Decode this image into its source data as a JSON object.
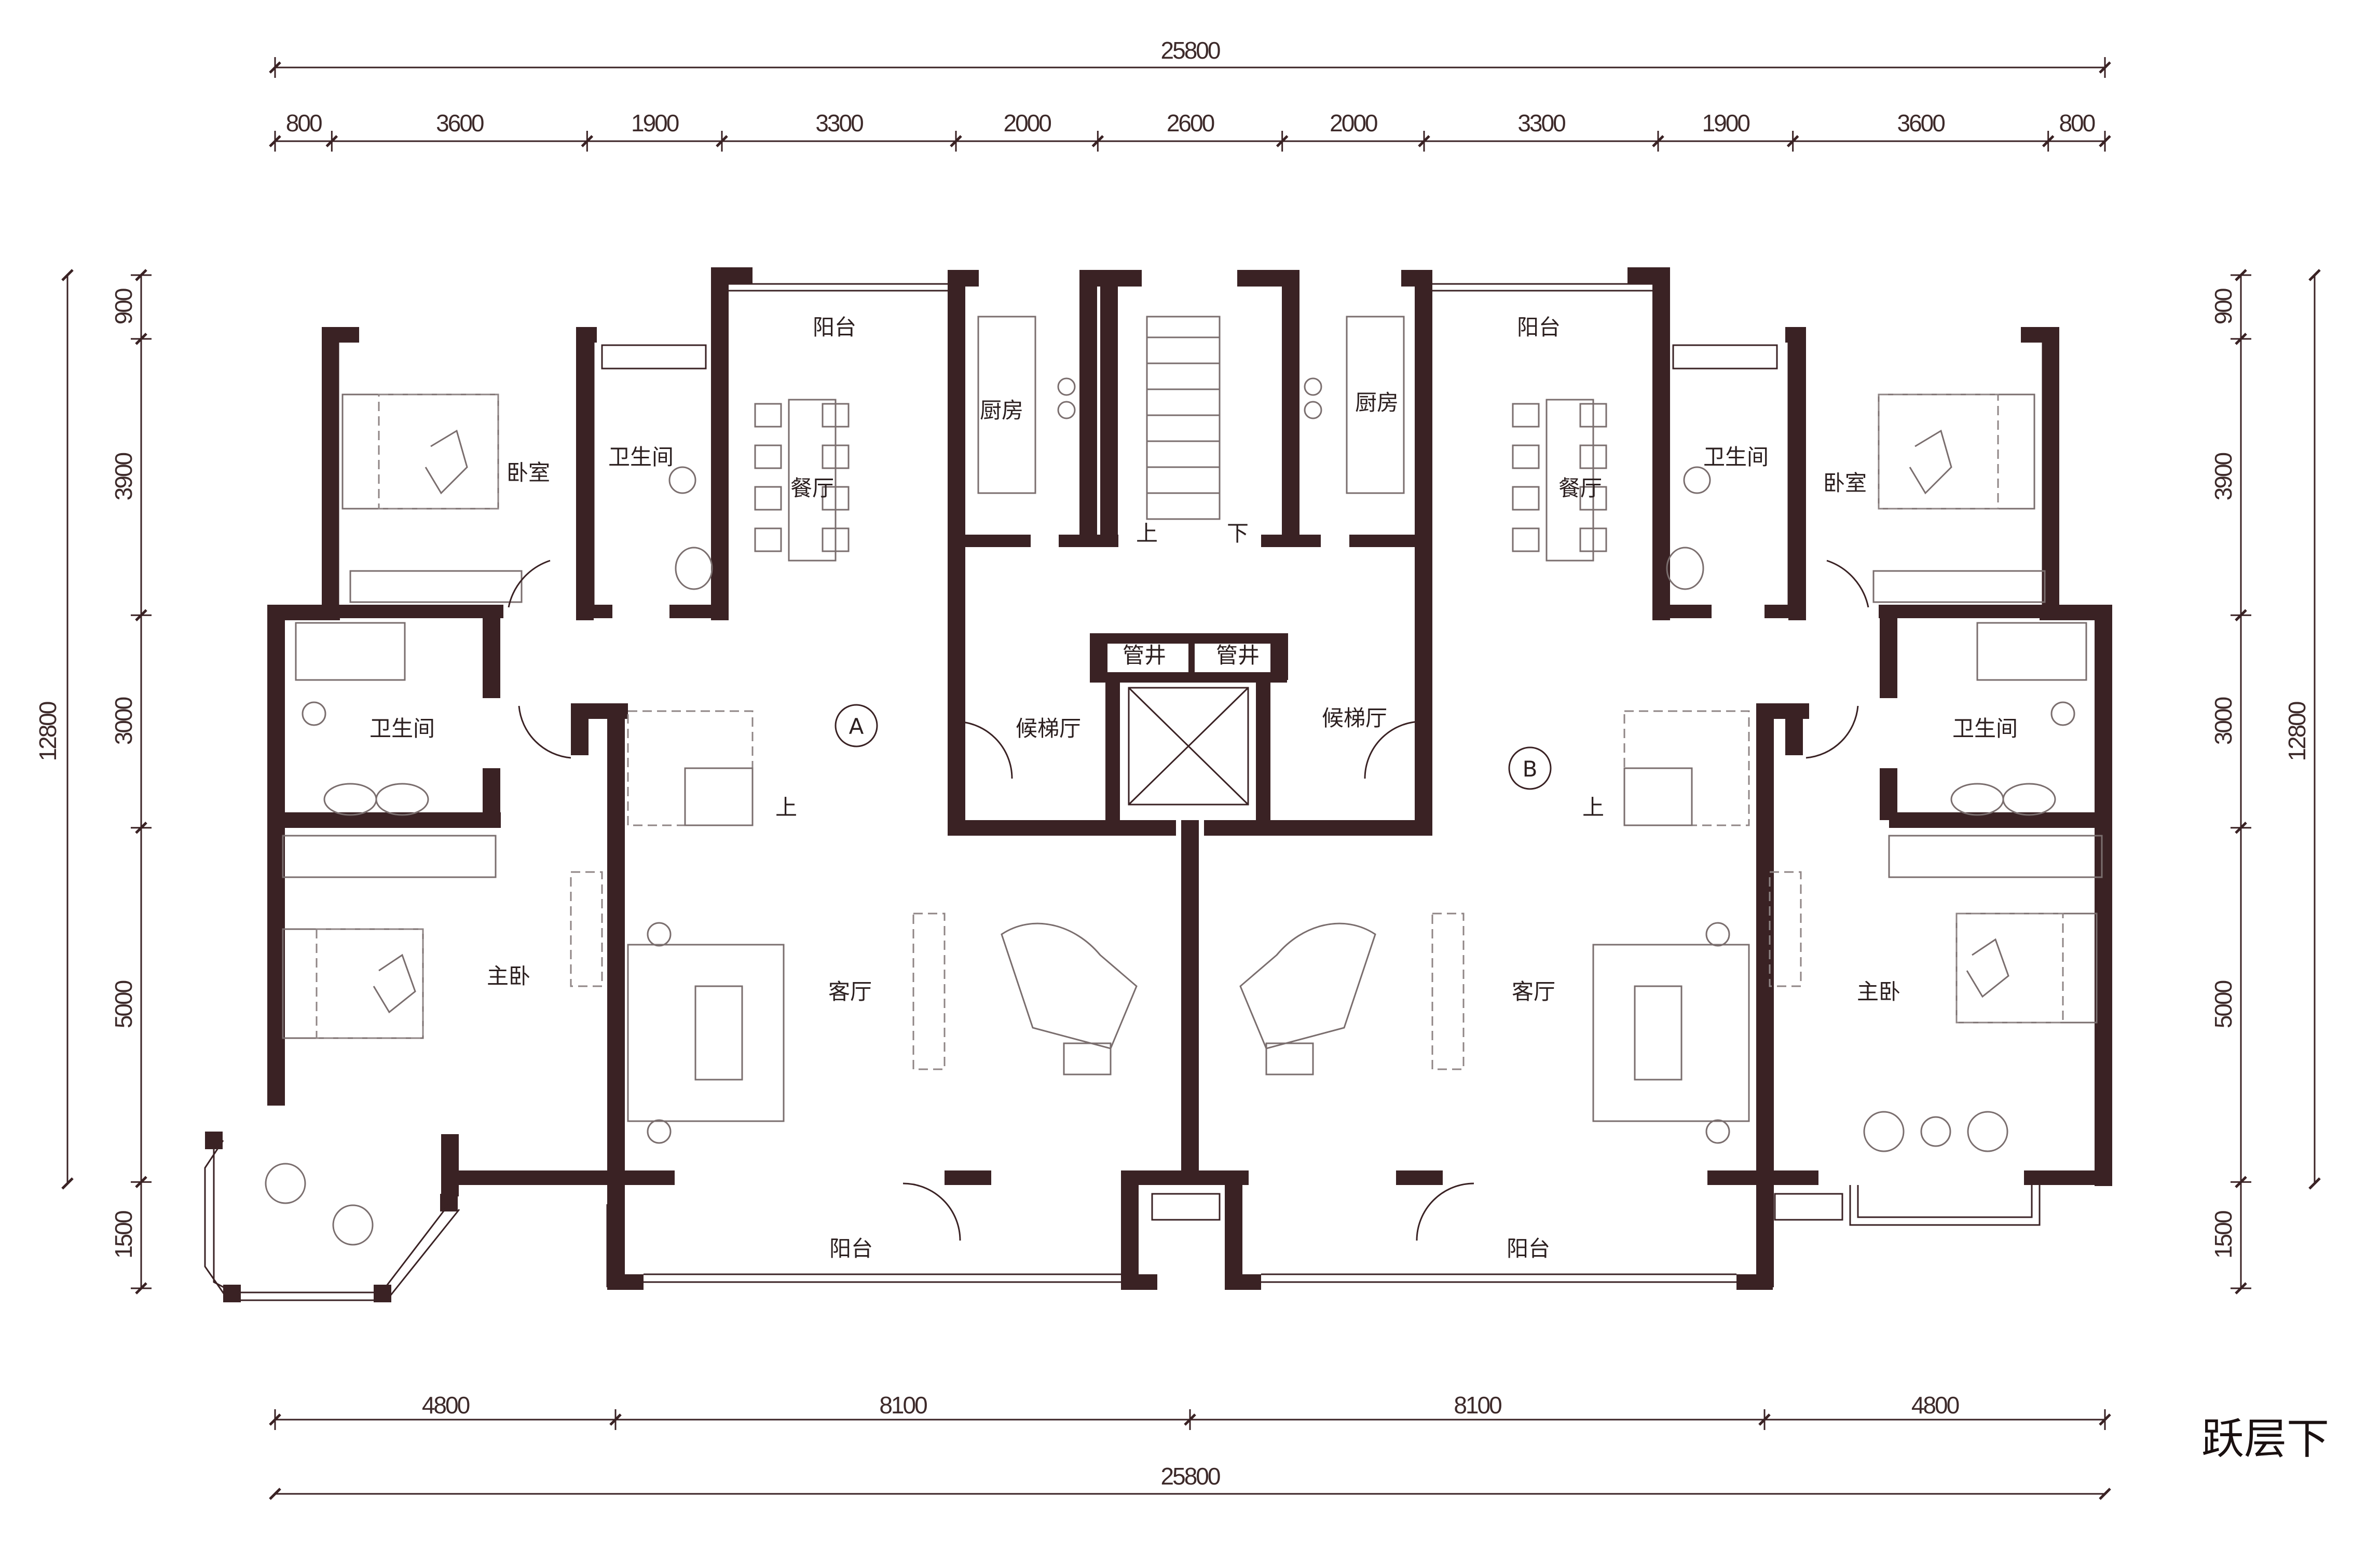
{
  "title": "跃层下",
  "dimensions": {
    "top_total": "25800",
    "top_segments": [
      "800",
      "3600",
      "1900",
      "3300",
      "2000",
      "2600",
      "2000",
      "3300",
      "1900",
      "3600",
      "800"
    ],
    "bottom_segments": [
      "4800",
      "8100",
      "8100",
      "4800"
    ],
    "bottom_total": "25800",
    "left_segments": [
      "900",
      "3900",
      "3000",
      "5000",
      "1500"
    ],
    "left_total": "12800",
    "right_segments": [
      "900",
      "3900",
      "3000",
      "5000",
      "1500"
    ],
    "right_total": "12800"
  },
  "rooms": {
    "balcony": "阳台",
    "kitchen": "厨房",
    "bedroom": "卧室",
    "bathroom": "卫生间",
    "dining": "餐厅",
    "living": "客厅",
    "master": "主卧",
    "elevator_hall": "候梯厅",
    "pipe_shaft": "管井",
    "up": "上",
    "down": "下"
  },
  "unit_labels": [
    "A",
    "B"
  ]
}
